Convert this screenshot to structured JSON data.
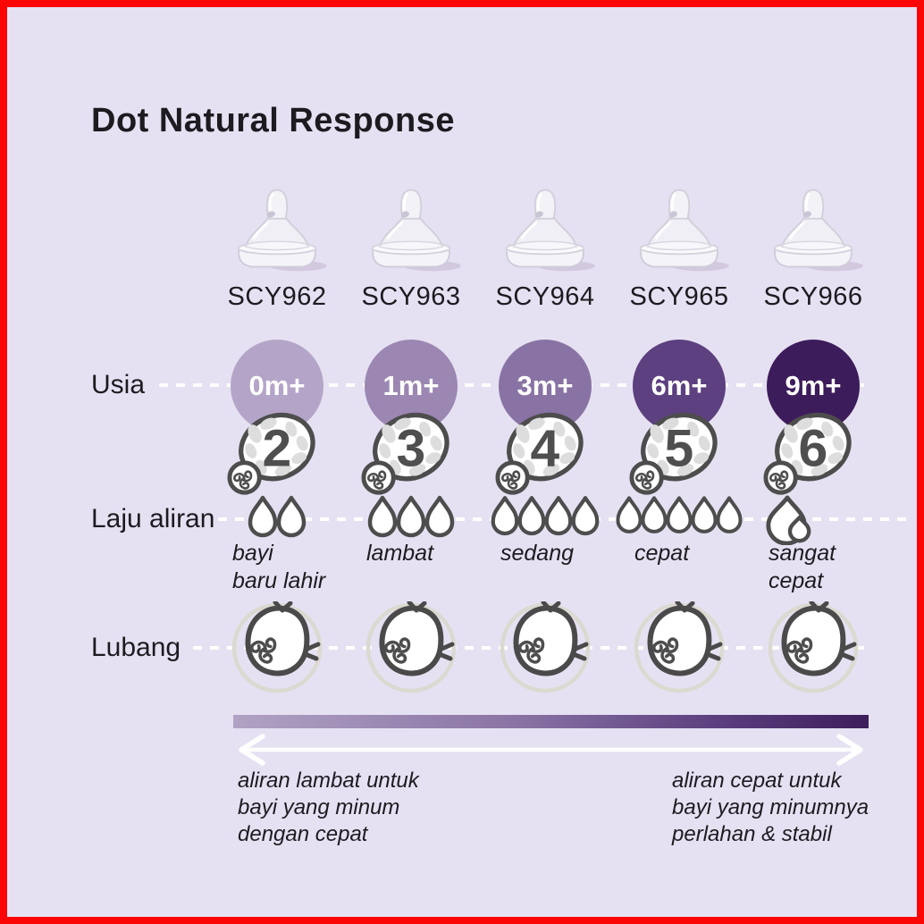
{
  "page": {
    "title": "Dot Natural Response",
    "background_color": "#e6e1f2",
    "border_color": "#fb0505"
  },
  "row_labels": {
    "age": "Usia",
    "flow": "Laju aliran",
    "hole": "Lubang"
  },
  "columns": [
    {
      "model": "SCY962",
      "age": "0m+",
      "age_color": "#b4a5c8",
      "size_number": "2",
      "drops": 2,
      "flow_label_line1": "bayi",
      "flow_label_line2": "baru lahir"
    },
    {
      "model": "SCY963",
      "age": "1m+",
      "age_color": "#9b87b2",
      "size_number": "3",
      "drops": 3,
      "flow_label_line1": "lambat",
      "flow_label_line2": ""
    },
    {
      "model": "SCY964",
      "age": "3m+",
      "age_color": "#8973a4",
      "size_number": "4",
      "drops": 4,
      "flow_label_line1": "sedang",
      "flow_label_line2": ""
    },
    {
      "model": "SCY965",
      "age": "6m+",
      "age_color": "#5d4080",
      "size_number": "5",
      "drops": 5,
      "flow_label_line1": "cepat",
      "flow_label_line2": ""
    },
    {
      "model": "SCY966",
      "age": "9m+",
      "age_color": "#3d1c5b",
      "size_number": "6",
      "drops": "max",
      "flow_label_line1": "sangat",
      "flow_label_line2": "cepat"
    }
  ],
  "gradient": {
    "from": "#b1a2c4",
    "to": "#3e1d5c"
  },
  "footer": {
    "left_line1": "aliran lambat untuk",
    "left_line2": "bayi yang minum",
    "left_line3": "dengan cepat",
    "right_line1": "aliran cepat untuk",
    "right_line2": "bayi yang minumnya",
    "right_line3": "perlahan & stabil"
  }
}
